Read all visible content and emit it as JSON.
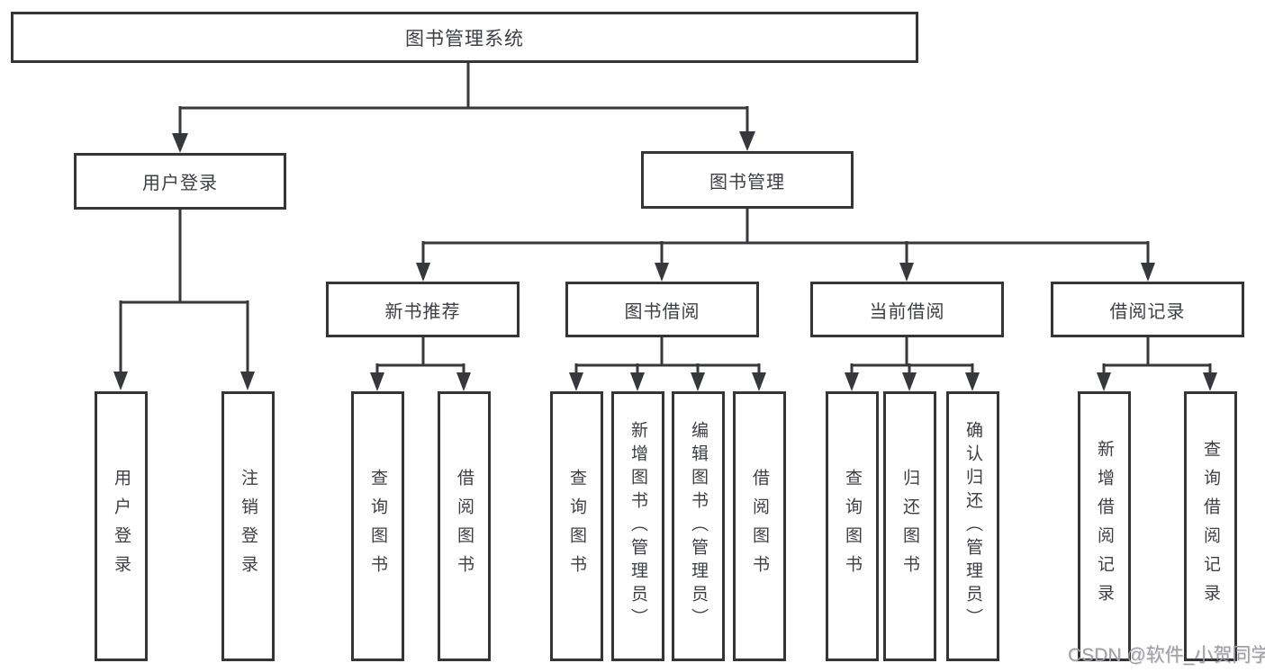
{
  "diagram": {
    "root": {
      "label": "图书管理系统"
    },
    "user_login": {
      "label": "用户登录",
      "children": [
        {
          "label": "用户登录"
        },
        {
          "label": "注销登录"
        }
      ]
    },
    "book_mgmt": {
      "label": "图书管理",
      "children": [
        {
          "label": "新书推荐",
          "children": [
            {
              "label": "查询图书"
            },
            {
              "label": "借阅图书"
            }
          ]
        },
        {
          "label": "图书借阅",
          "children": [
            {
              "label": "查询图书"
            },
            {
              "label": "新增图书（管理员）"
            },
            {
              "label": "编辑图书（管理员）"
            },
            {
              "label": "借阅图书"
            }
          ]
        },
        {
          "label": "当前借阅",
          "children": [
            {
              "label": "查询图书"
            },
            {
              "label": "归还图书"
            },
            {
              "label": "确认归还（管理员）"
            }
          ]
        },
        {
          "label": "借阅记录",
          "children": [
            {
              "label": "新增借阅记录"
            },
            {
              "label": "查询借阅记录"
            }
          ]
        }
      ]
    },
    "watermark": "CSDN @软件_小贺同学",
    "colors": {
      "line": "#36383c",
      "box_border": "#333538",
      "text": "#3d3f44",
      "watermark": "#9e9ea3",
      "background": "#ffffff"
    }
  }
}
